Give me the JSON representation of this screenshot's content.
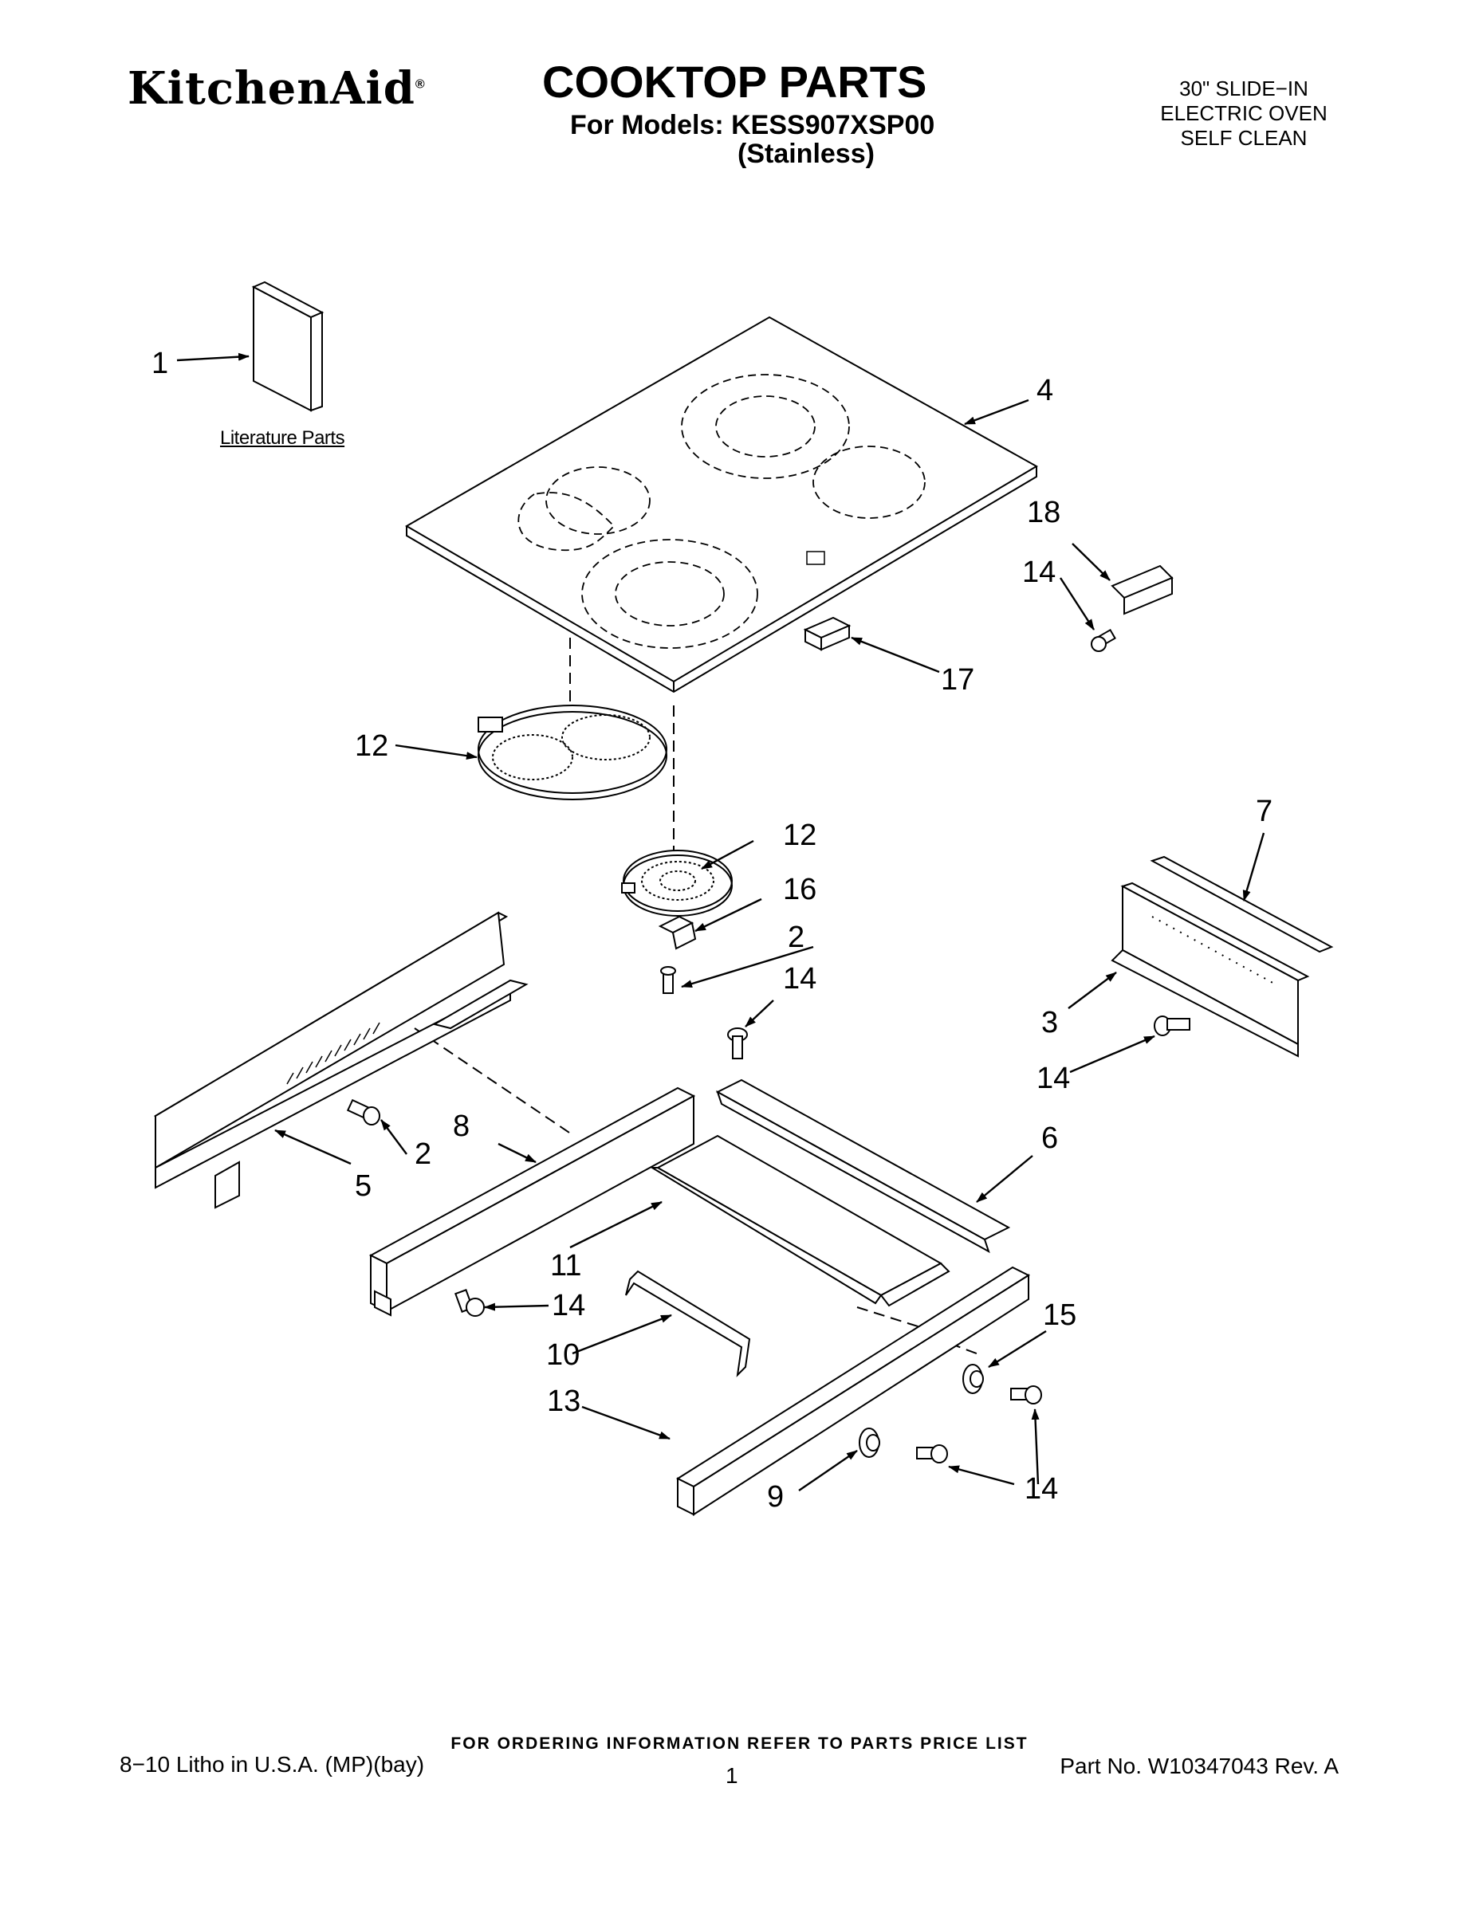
{
  "header": {
    "brand": "KitchenAid",
    "brand_mark": "®",
    "title": "COOKTOP PARTS",
    "models": "For Models: KESS907XSP00",
    "finish": "(Stainless)",
    "spec_lines": [
      "30\" SLIDE−IN",
      "ELECTRIC OVEN",
      "SELF CLEAN"
    ]
  },
  "literature_label": "Literature Parts",
  "callouts": {
    "c1": "1",
    "c4": "4",
    "c18": "18",
    "c14a": "14",
    "c17": "17",
    "c12a": "12",
    "c12b": "12",
    "c16": "16",
    "c2a": "2",
    "c14b": "14",
    "c7": "7",
    "c3": "3",
    "c14c": "14",
    "c8": "8",
    "c2b": "2",
    "c5": "5",
    "c6": "6",
    "c11": "11",
    "c14d": "14",
    "c10": "10",
    "c15": "15",
    "c13": "13",
    "c9": "9",
    "c14e": "14"
  },
  "footer": {
    "ordering": "FOR ORDERING INFORMATION REFER TO PARTS PRICE LIST",
    "litho": "8−10 Litho in U.S.A. (MP)(bay)",
    "page": "1",
    "part_no": "Part No. W10347043 Rev. A"
  }
}
